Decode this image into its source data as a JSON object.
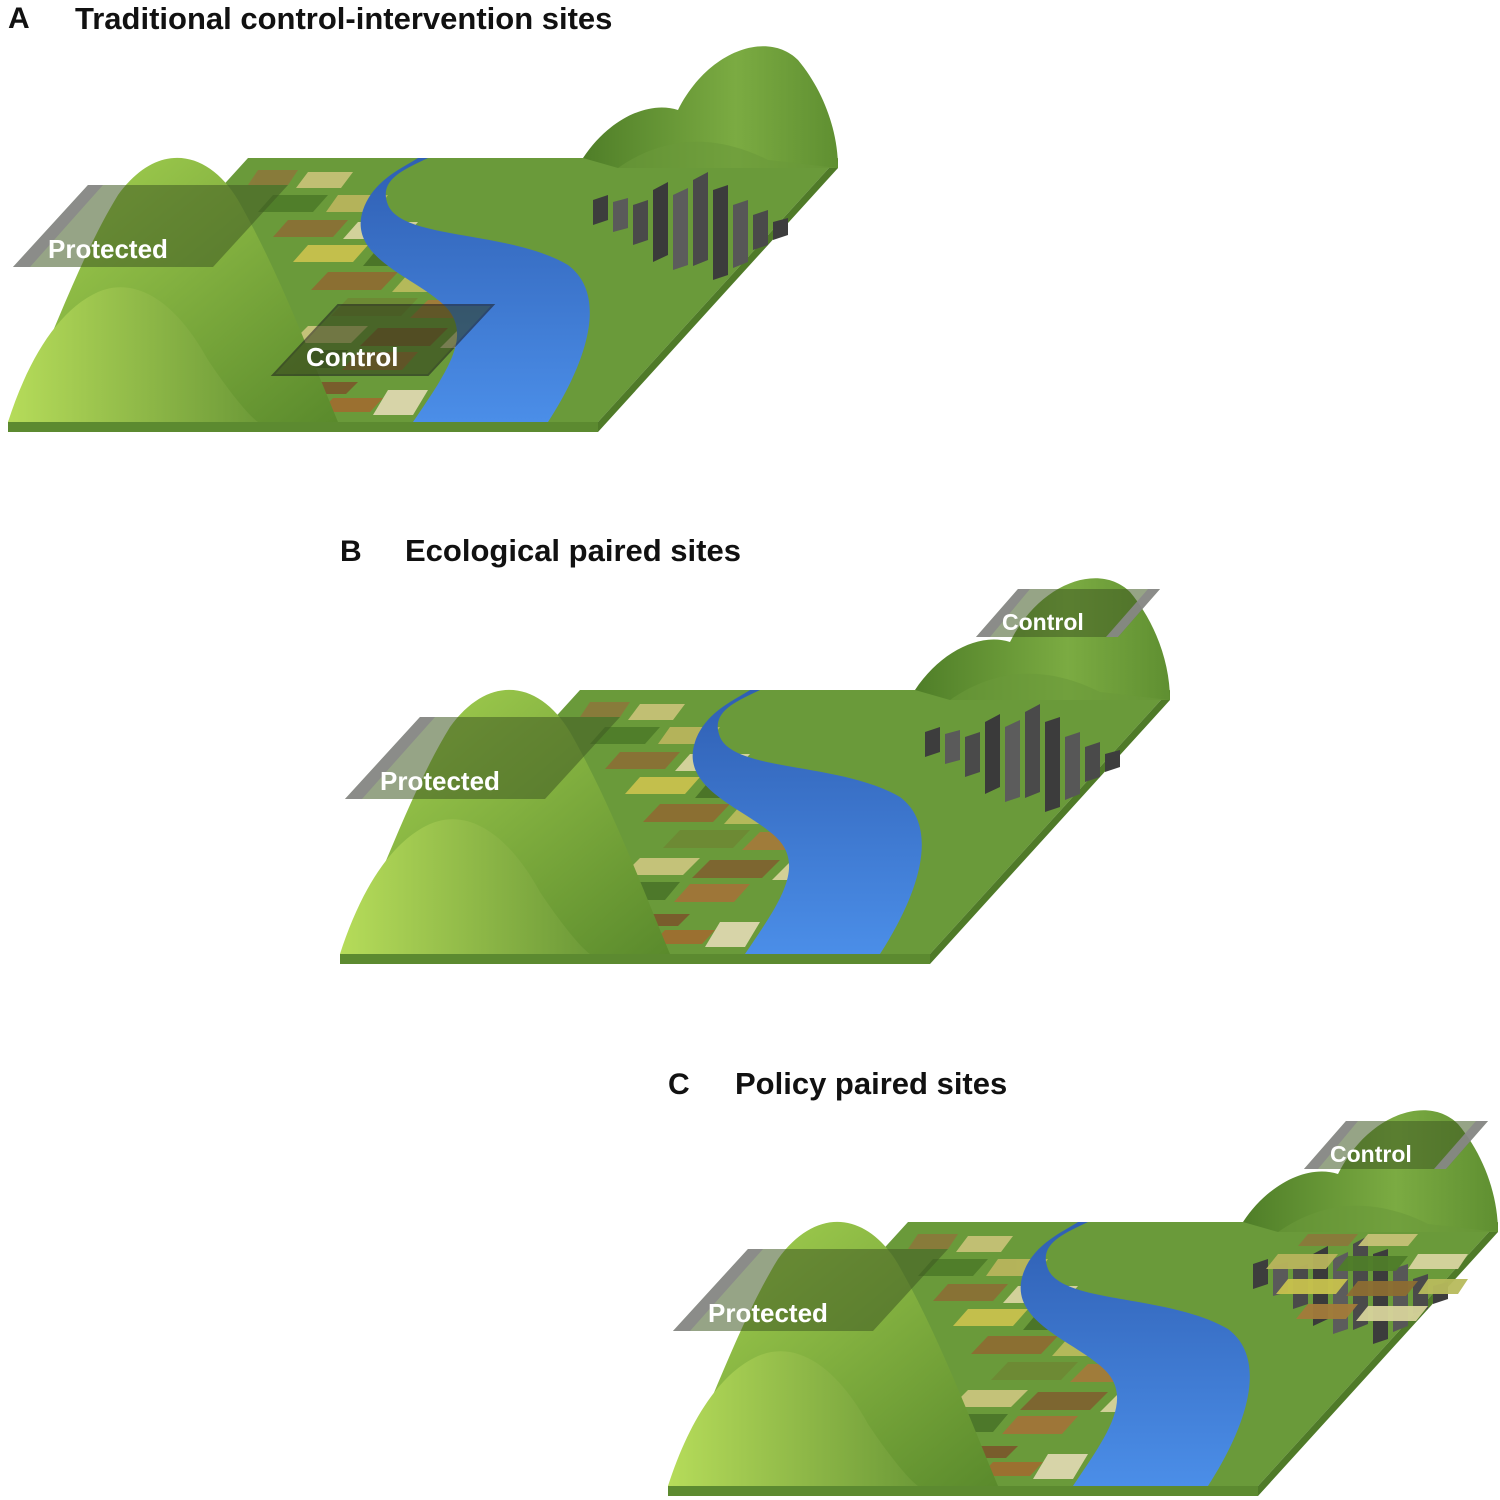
{
  "panels": [
    {
      "letter": "A",
      "title": "Traditional control-intervention sites",
      "protected_label": "Protected",
      "control_label": "Control"
    },
    {
      "letter": "B",
      "title": "Ecological paired sites",
      "protected_label": "Protected",
      "control_label": "Control"
    },
    {
      "letter": "C",
      "title": "Policy paired sites",
      "protected_label": "Protected",
      "control_label": "Control"
    }
  ],
  "colors": {
    "ground": "#6c9a3c",
    "ground_edge": "#5a8530",
    "hill_light": "#9cc94a",
    "hill_dark": "#5d8a2e",
    "river": "#3f7fd6",
    "site_plane": "#7a7a7a",
    "city": "#4a4a4a"
  }
}
